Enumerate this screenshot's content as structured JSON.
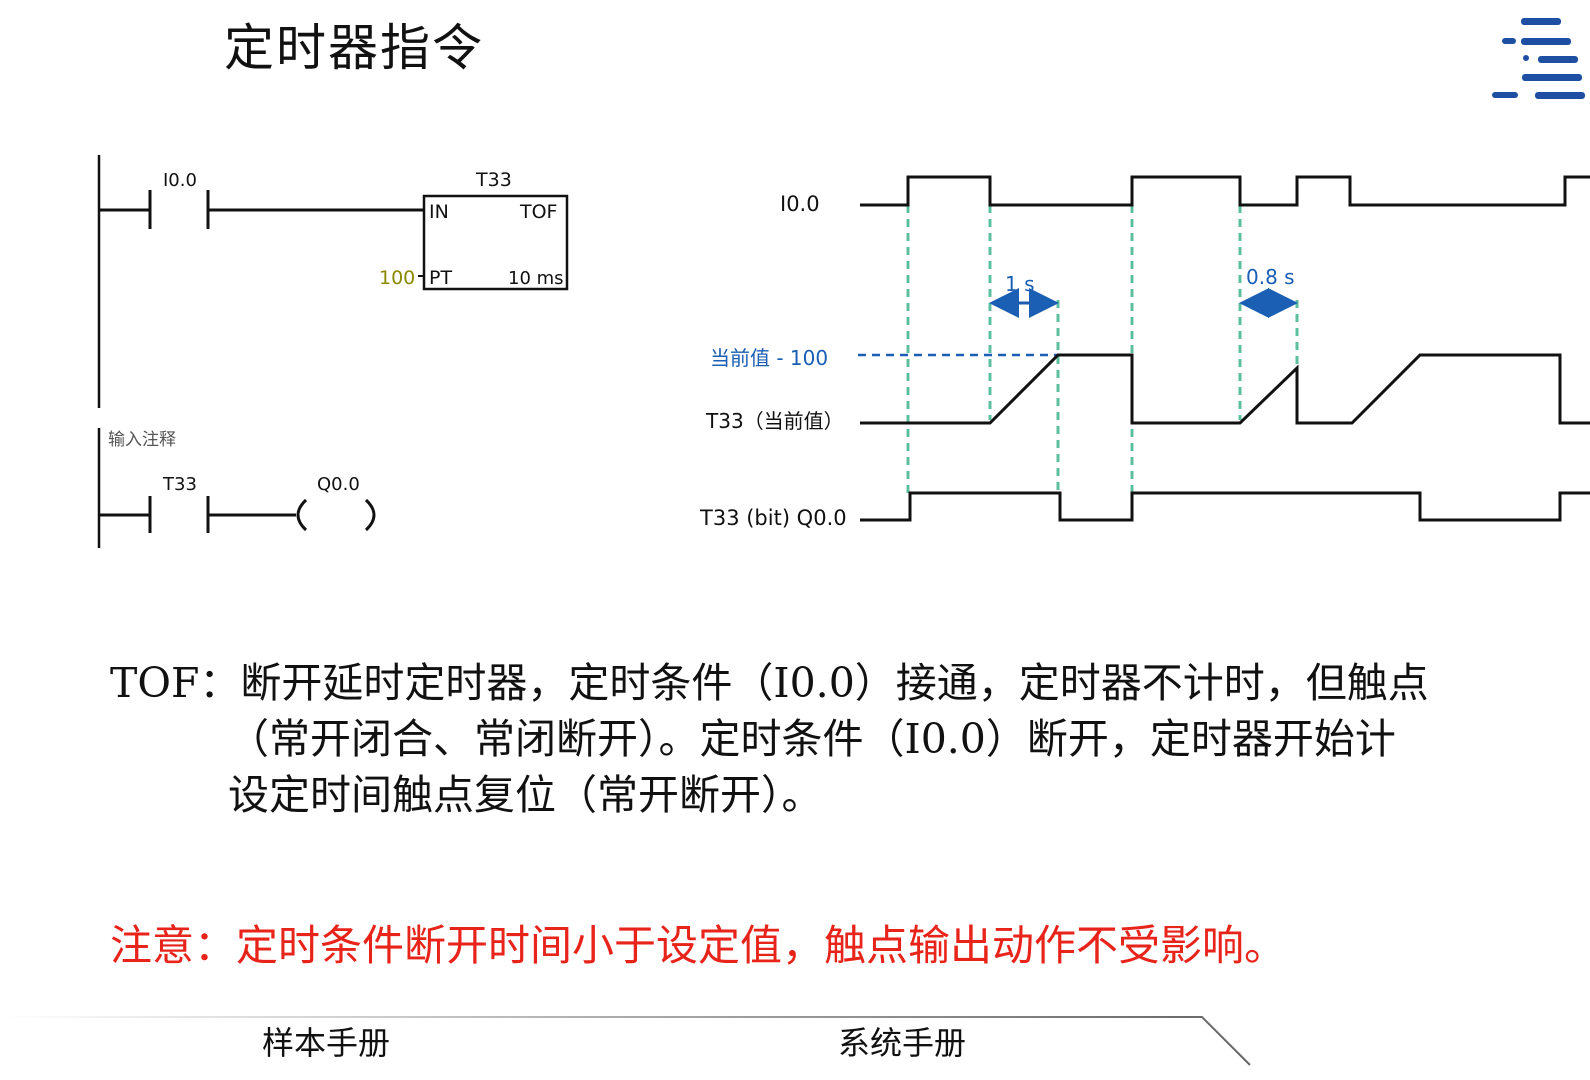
{
  "page": {
    "title": "定时器指令"
  },
  "ladder": {
    "rung1": {
      "contact_label": "I0.0",
      "block_name": "T33",
      "in_label": "IN",
      "type_label": "TOF",
      "pt_label": "PT",
      "preset_value": "100",
      "resolution": "10 ms"
    },
    "rung_comment": "输入注释",
    "rung2": {
      "contact_label": "T33",
      "coil_label": "Q0.0"
    }
  },
  "timing": {
    "signal_input": "I0.0",
    "preset_annotation": "当前值 - 100",
    "signal_current": "T33（当前值）",
    "signal_output": "T33 (bit) Q0.0",
    "interval_1": "1 s",
    "interval_2": "0.8 s"
  },
  "description": {
    "line1": "TOF：断开延时定时器，定时条件（I0.0）接通，定时器不计时，但触点",
    "line2": "（常开闭合、常闭断开）。定时条件（I0.0）断开，定时器开始计",
    "line3": "设定时间触点复位（常开断开）。"
  },
  "note": "注意：定时条件断开时间小于设定值，触点输出动作不受影响。",
  "footer": {
    "left": "样本手册",
    "right": "系统手册"
  },
  "colors": {
    "accent_blue": "#1a5fb4",
    "dashed_green": "#5cbf9f",
    "preset_olive": "#8a8a00",
    "note_red": "#e8231a",
    "logo_blue": "#1e4fa3"
  }
}
